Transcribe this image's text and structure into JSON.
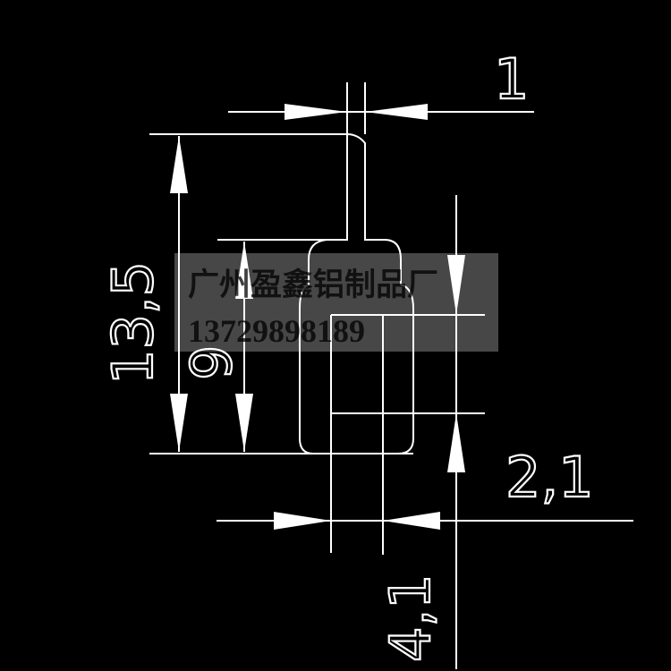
{
  "drawing": {
    "background": "#000000",
    "line_color": "#ffffff",
    "dimensions": {
      "width_top": "1",
      "height_total": "13,5",
      "height_inner": "9",
      "width_right": "2,1",
      "width_bottom": "4,1"
    }
  },
  "watermark": {
    "company": "广州盈鑫铝制品厂",
    "phone": "13729898189"
  }
}
